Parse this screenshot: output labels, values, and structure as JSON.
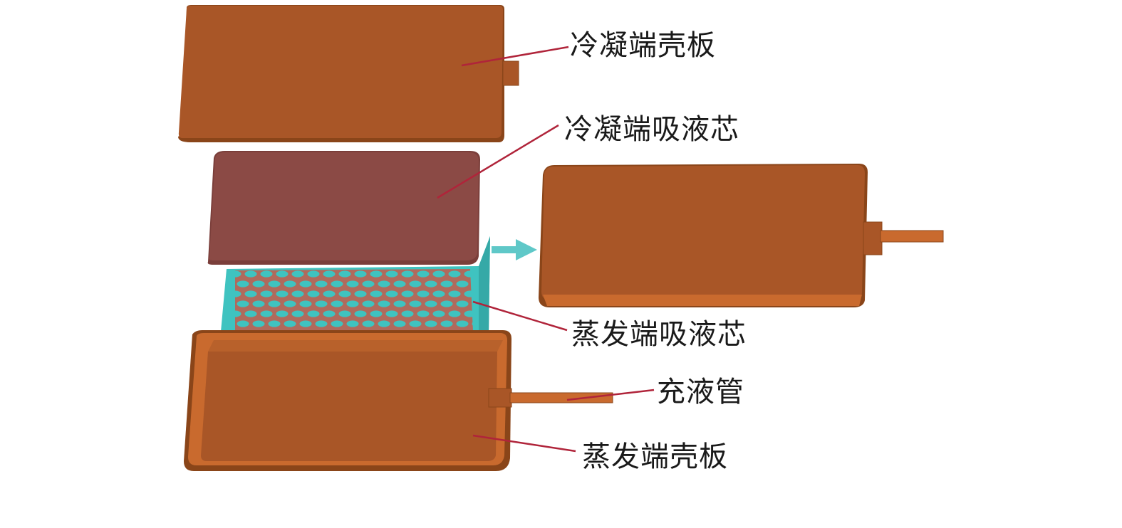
{
  "labels": {
    "condenser_shell": "冷凝端壳板",
    "condenser_wick": "冷凝端吸液芯",
    "evaporator_wick": "蒸发端吸液芯",
    "fill_pipe": "充液管",
    "evaporator_shell": "蒸发端壳板"
  },
  "colors": {
    "copper": "#A95627",
    "copper_dark": "#8A4519",
    "copper_light": "#C96A2E",
    "wick_top": "#8B4A45",
    "wick_mesh": "#B06A5C",
    "teal": "#3FC3C0",
    "leader_line": "#B0243A",
    "arrow": "#5FC8C8"
  },
  "icons": {
    "assembly_arrow": "arrow-right-icon"
  }
}
